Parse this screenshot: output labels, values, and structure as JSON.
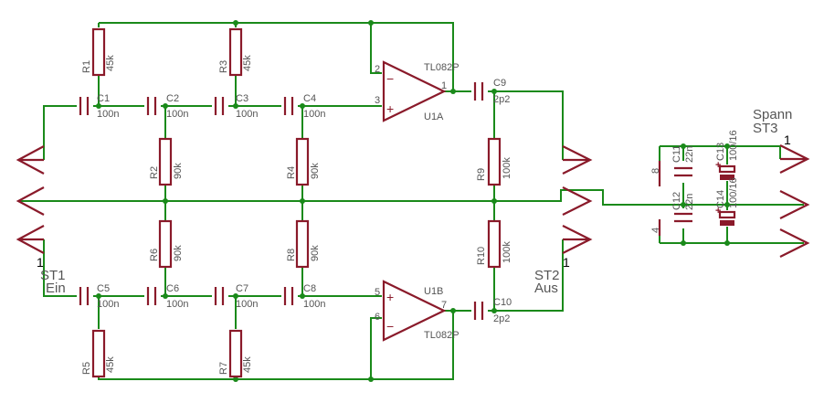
{
  "colors": {
    "wire": "#1a8a1a",
    "part": "#8a1a2a",
    "text": "#555555",
    "background": "#ffffff"
  },
  "connectors": [
    {
      "name": "ST1",
      "label": "Ein",
      "pin": "1"
    },
    {
      "name": "ST2",
      "label": "Aus",
      "pin": "1"
    },
    {
      "name": "Spann",
      "label": "ST3",
      "pin": "1"
    }
  ],
  "opamps": [
    {
      "unit": "U1A",
      "part": "TL082P",
      "pins": [
        "2",
        "3",
        "1"
      ]
    },
    {
      "unit": "U1B",
      "part": "TL082P",
      "pins": [
        "5",
        "6",
        "7"
      ]
    }
  ],
  "power_pins": {
    "top": "8",
    "bottom": "4"
  },
  "capacitors": [
    {
      "ref": "C1",
      "value": "100n"
    },
    {
      "ref": "C2",
      "value": "100n"
    },
    {
      "ref": "C3",
      "value": "100n"
    },
    {
      "ref": "C4",
      "value": "100n"
    },
    {
      "ref": "C5",
      "value": "100n"
    },
    {
      "ref": "C6",
      "value": "100n"
    },
    {
      "ref": "C7",
      "value": "100n"
    },
    {
      "ref": "C8",
      "value": "100n"
    },
    {
      "ref": "C9",
      "value": "2p2"
    },
    {
      "ref": "C10",
      "value": "2p2"
    },
    {
      "ref": "C11",
      "value": "22n"
    },
    {
      "ref": "C12",
      "value": "22n"
    },
    {
      "ref": "C13",
      "value": "100/16"
    },
    {
      "ref": "C14",
      "value": "100/16"
    }
  ],
  "resistors": [
    {
      "ref": "R1",
      "value": "45k"
    },
    {
      "ref": "R2",
      "value": "90k"
    },
    {
      "ref": "R3",
      "value": "45k"
    },
    {
      "ref": "R4",
      "value": "90k"
    },
    {
      "ref": "R5",
      "value": "45k"
    },
    {
      "ref": "R6",
      "value": "90k"
    },
    {
      "ref": "R7",
      "value": "45k"
    },
    {
      "ref": "R8",
      "value": "90k"
    },
    {
      "ref": "R9",
      "value": "100k"
    },
    {
      "ref": "R10",
      "value": "100k"
    }
  ]
}
